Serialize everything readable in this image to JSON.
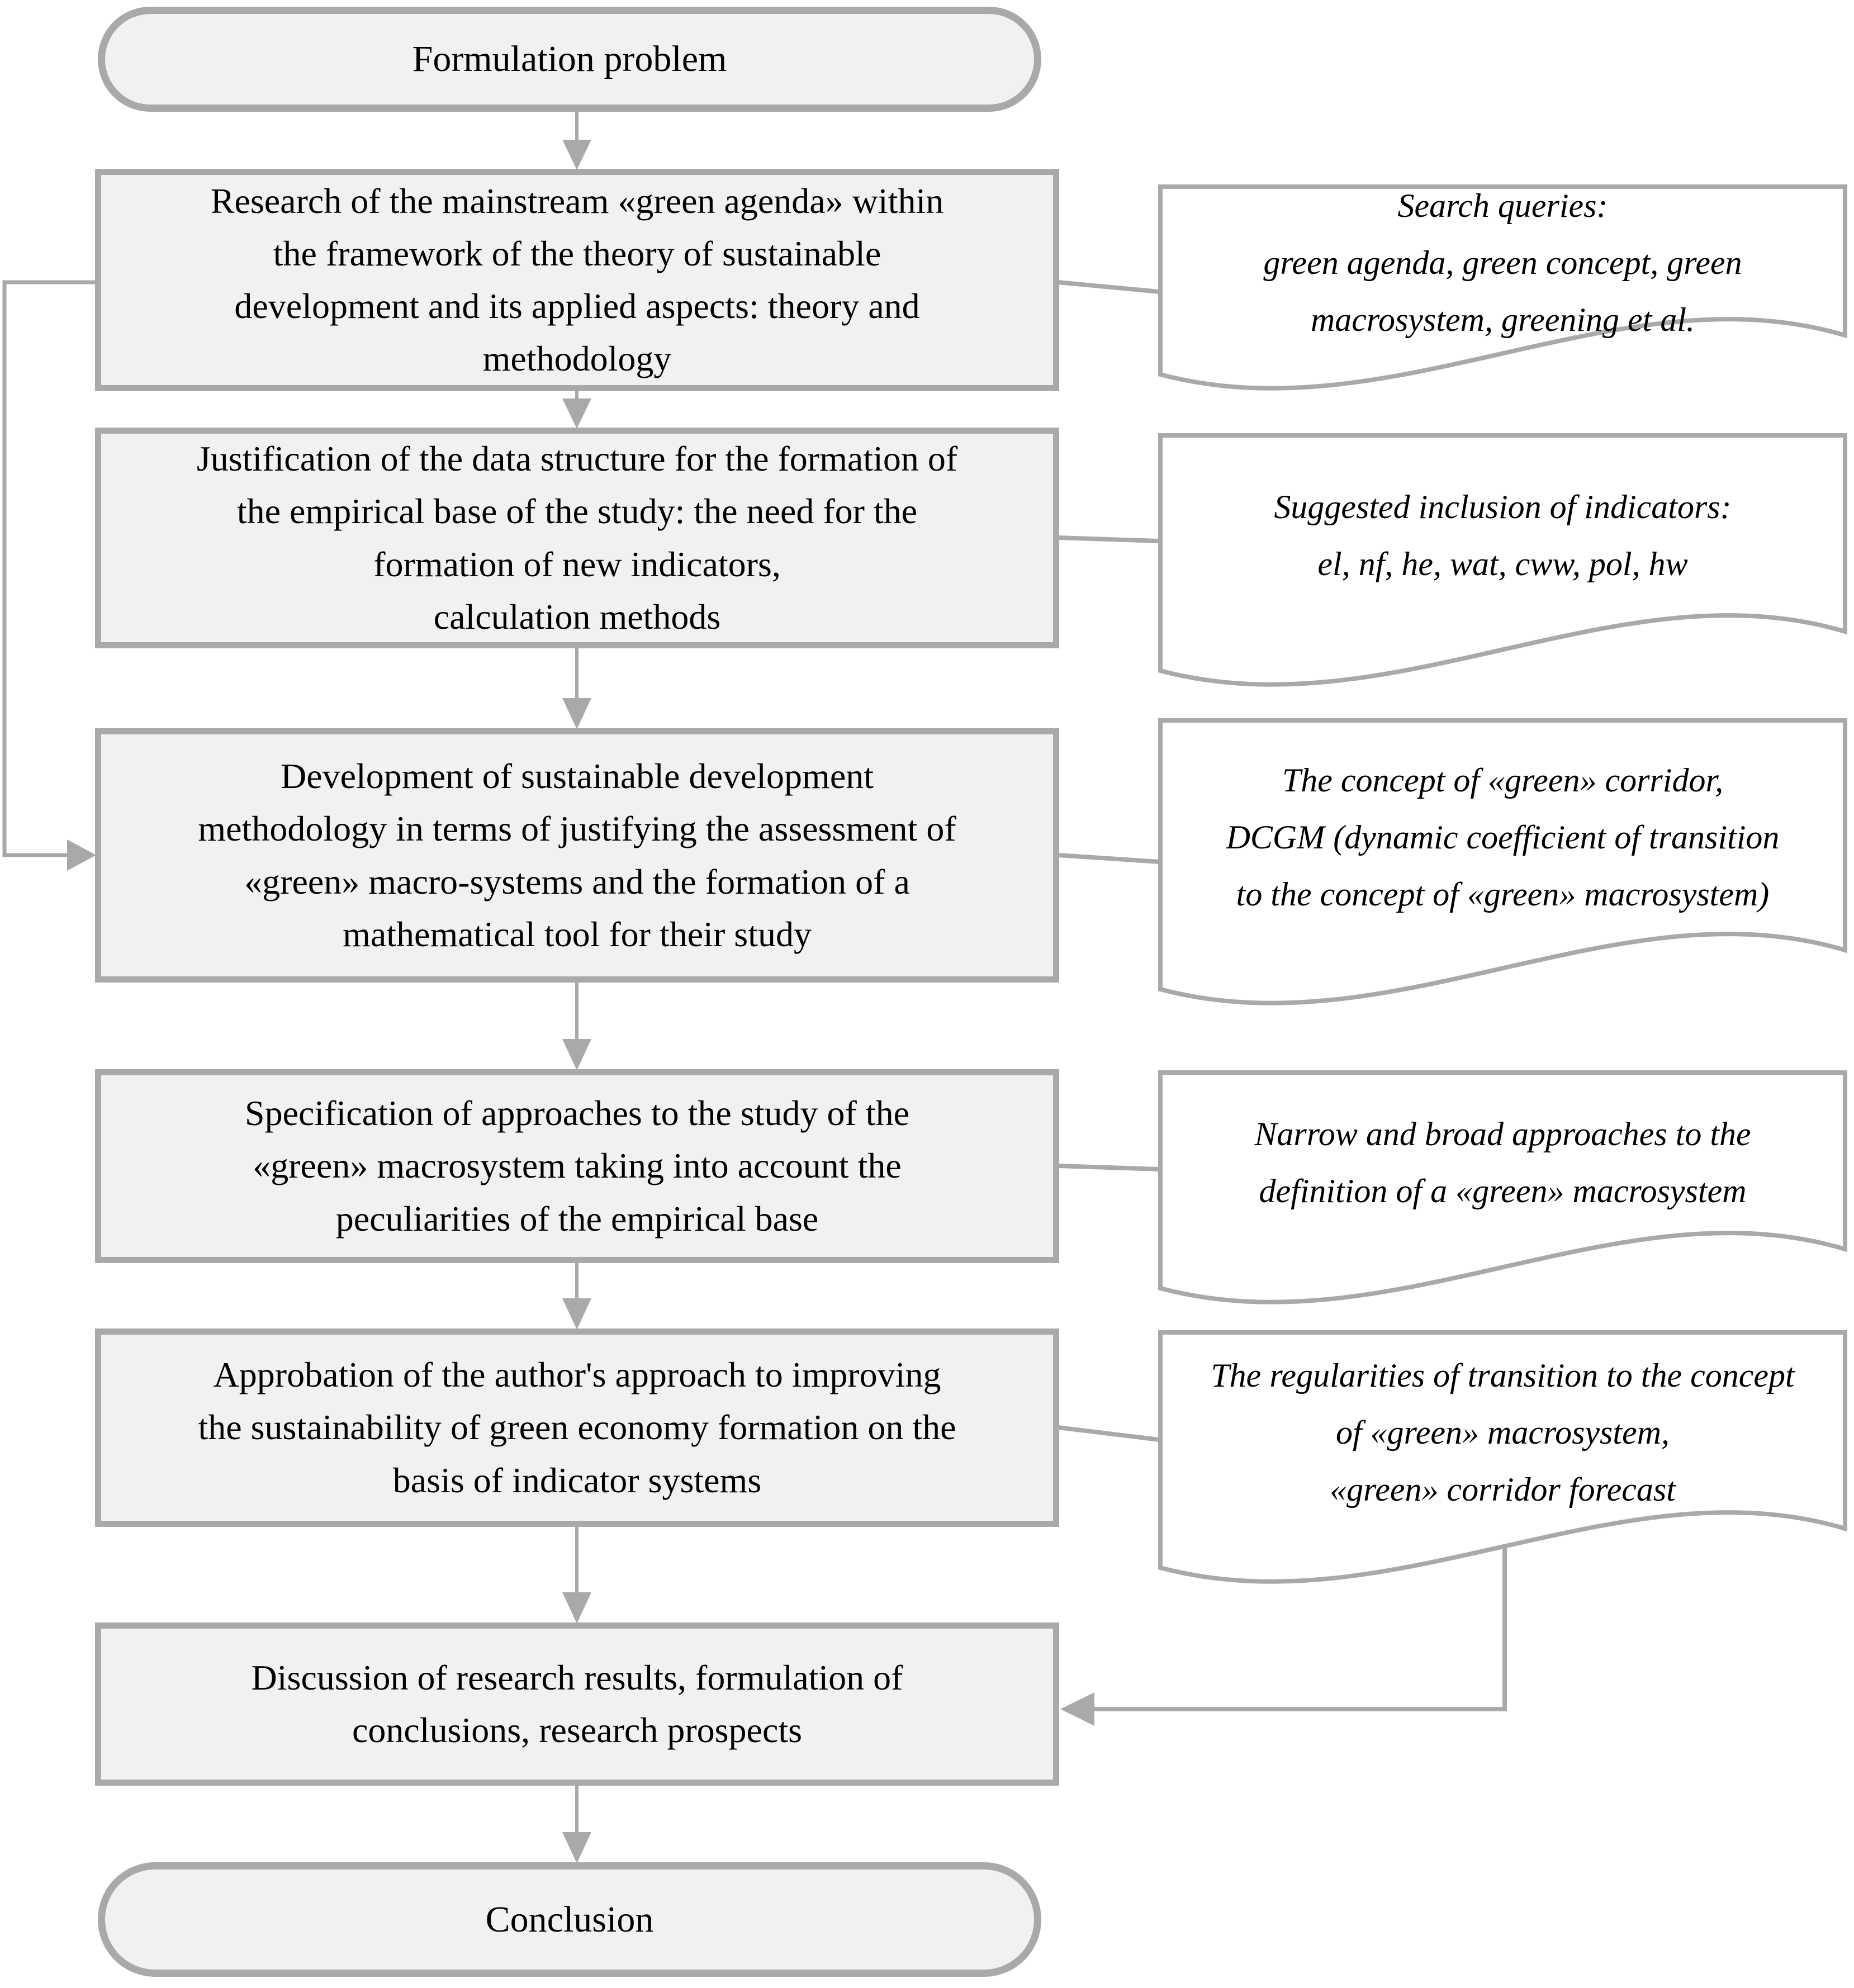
{
  "diagram": {
    "type": "flowchart",
    "direction": "top-down",
    "colors": {
      "shape_border": "#a9a9a9",
      "process_fill": "#f1f1f1",
      "note_fill": "#ffffff",
      "connector": "#a9a9a9",
      "text": "#000000"
    },
    "nodes": [
      {
        "id": "start",
        "shape": "terminator",
        "label": "Formulation problem"
      },
      {
        "id": "research",
        "shape": "process",
        "label": "Research of the mainstream «green agenda» within\nthe framework of the theory of sustainable\ndevelopment and its applied aspects: theory and\nmethodology"
      },
      {
        "id": "justification",
        "shape": "process",
        "label": "Justification of the data structure for the formation of\nthe empirical base of the study: the need for the\nformation of new indicators,\ncalculation methods"
      },
      {
        "id": "development",
        "shape": "process",
        "label": "Development of sustainable development\nmethodology in terms of justifying the assessment of\n«green» macro-systems and the formation of a\nmathematical tool for their study"
      },
      {
        "id": "specification",
        "shape": "process",
        "label": "Specification of approaches to the study of the\n«green» macrosystem taking into account the\npeculiarities of the empirical base"
      },
      {
        "id": "approbation",
        "shape": "process",
        "label": "Approbation of the author's approach to improving\nthe sustainability of green economy formation on the\nbasis of indicator systems"
      },
      {
        "id": "discussion",
        "shape": "process",
        "label": "Discussion of research results, formulation of\nconclusions, research prospects"
      },
      {
        "id": "end",
        "shape": "terminator",
        "label": "Conclusion"
      }
    ],
    "notes": [
      {
        "id": "note-search-queries",
        "shape": "document",
        "attached_to": "research",
        "label": "Search queries:\ngreen agenda, green concept, green\nmacrosystem, greening et al."
      },
      {
        "id": "note-indicators",
        "shape": "document",
        "attached_to": "justification",
        "label": "Suggested inclusion of indicators:\nel, nf, he, wat, cww, pol, hw"
      },
      {
        "id": "note-dcgm",
        "shape": "document",
        "attached_to": "development",
        "label": "The concept of «green» corridor,\nDCGM (dynamic coefficient of transition\nto the concept of «green» macrosystem)"
      },
      {
        "id": "note-approaches",
        "shape": "document",
        "attached_to": "specification",
        "label": "Narrow and broad approaches to the\ndefinition of a «green» macrosystem"
      },
      {
        "id": "note-regularities",
        "shape": "document",
        "attached_to": "approbation",
        "label": "The regularities of transition to the concept\nof «green» macrosystem,\n«green» corridor forecast"
      }
    ]
  }
}
